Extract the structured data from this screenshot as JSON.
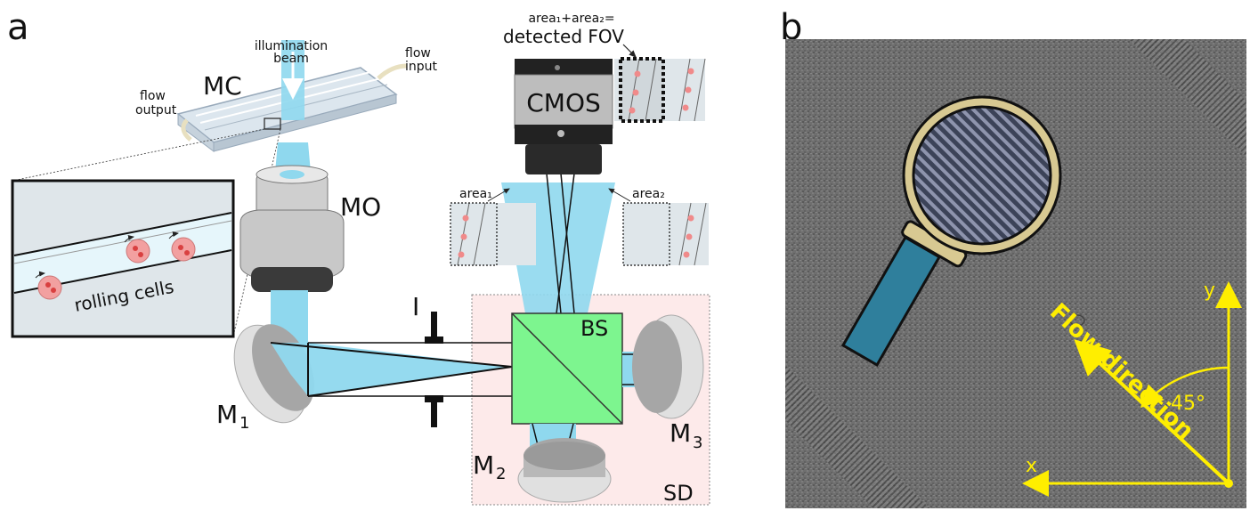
{
  "panel_a": {
    "panel_label": "a",
    "illumination": [
      "illumination",
      "beam"
    ],
    "flow_input": [
      "flow",
      "input"
    ],
    "flow_output": [
      "flow",
      "output"
    ],
    "mc": "MC",
    "mo": "MO",
    "rolling_cells": "rolling cells",
    "cmos": "CMOS",
    "area_sum": "area₁+area₂=",
    "detected_fov": "detected FOV",
    "area1": "area₁",
    "area2": "area₂",
    "iris": "I",
    "bs": "BS",
    "m1": "M",
    "m1_sub": "1",
    "m2": "M",
    "m2_sub": "2",
    "m3": "M",
    "m3_sub": "3",
    "sd": "SD"
  },
  "panel_b": {
    "panel_label": "b",
    "flow_direction": "Flow direction",
    "angle": "45°",
    "axis_x": "x",
    "axis_y": "y"
  },
  "colors": {
    "beam": "#8fd8ee",
    "beam_edge": "#53bfe0",
    "bs_green": "#7df58f",
    "sd_pink": "#fdeaea",
    "magnifier_frame": "#d8c992",
    "magnifier_handle": "#2f7f9c",
    "annotation_yellow": "#ffee00",
    "cell_red": "#f2a0a0"
  }
}
